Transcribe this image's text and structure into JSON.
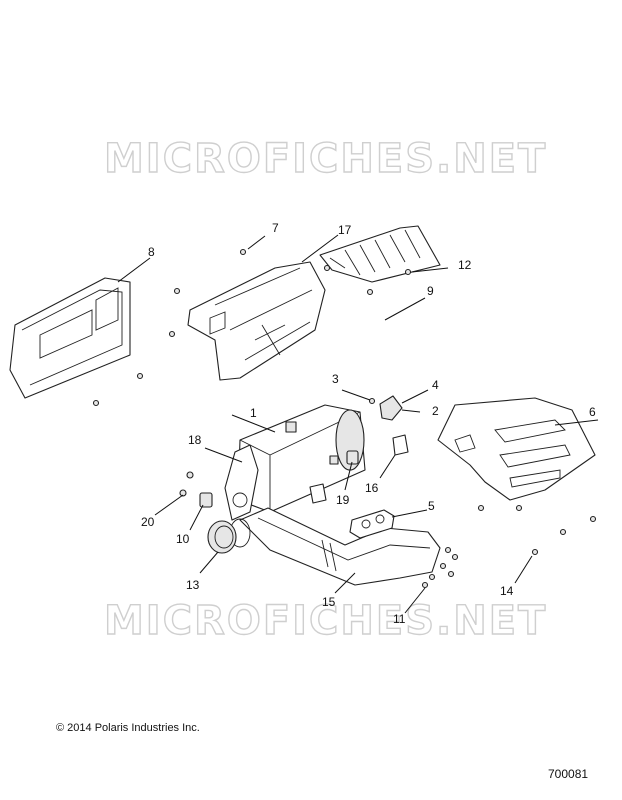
{
  "watermarks": [
    "MICROFICHES.NET",
    "MICROFICHES.NET"
  ],
  "callouts": [
    "1",
    "2",
    "3",
    "4",
    "5",
    "6",
    "7",
    "8",
    "9",
    "10",
    "11",
    "12",
    "13",
    "14",
    "15",
    "16",
    "17",
    "18",
    "19",
    "20"
  ],
  "copyright": "© 2014 Polaris Industries Inc.",
  "figure_number": "700081"
}
